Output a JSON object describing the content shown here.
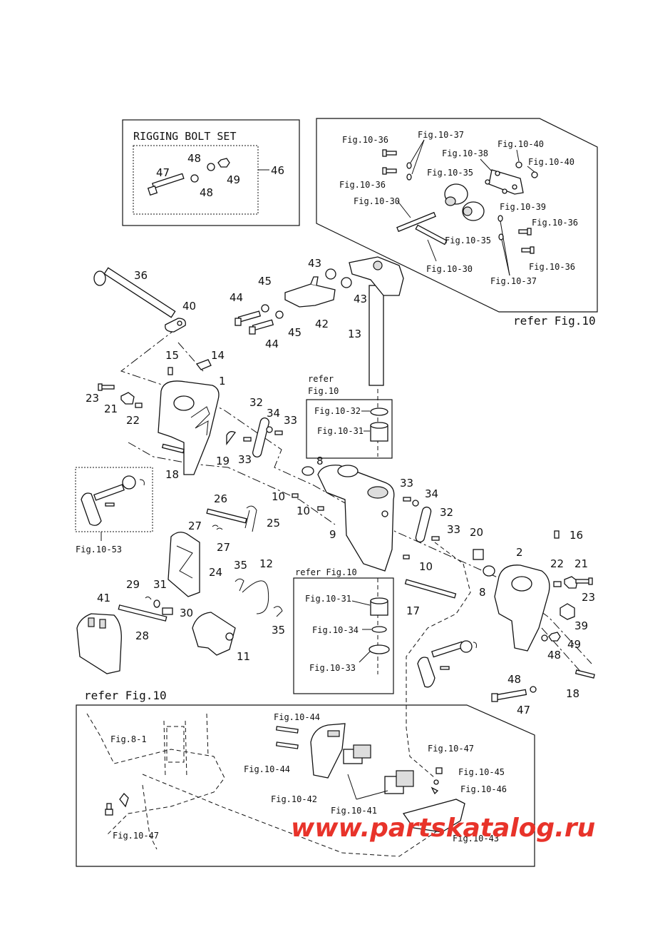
{
  "rigging_box": {
    "title": "RIGGING BOLT SET",
    "callouts": [
      "47",
      "48",
      "48",
      "49",
      "46"
    ]
  },
  "refer_box_top": {
    "refer": "refer Fig.10",
    "callouts": [
      "Fig.10-36",
      "Fig.10-37",
      "Fig.10-38",
      "Fig.10-40",
      "Fig.10-40",
      "Fig.10-36",
      "Fig.10-35",
      "Fig.10-39",
      "Fig.10-30",
      "Fig.10-36",
      "Fig.10-35",
      "Fig.10-30",
      "Fig.10-36",
      "Fig.10-37"
    ]
  },
  "main_callouts": [
    "36",
    "40",
    "45",
    "43",
    "43",
    "44",
    "45",
    "42",
    "44",
    "13",
    "15",
    "14",
    "1",
    "23",
    "21",
    "22",
    "32",
    "34",
    "33",
    "33",
    "19",
    "18",
    "8",
    "33",
    "34",
    "10",
    "10",
    "32",
    "9",
    "33",
    "20",
    "16",
    "2",
    "22",
    "21",
    "26",
    "27",
    "25",
    "27",
    "24",
    "35",
    "12",
    "10",
    "23",
    "17",
    "29",
    "31",
    "30",
    "8",
    "39",
    "41",
    "28",
    "11",
    "35",
    "48",
    "49",
    "47",
    "18",
    "48"
  ],
  "refer_mid": {
    "refer": "refer",
    "fig": "Fig.10",
    "callouts": [
      "Fig.10-32",
      "Fig.10-31"
    ]
  },
  "refer_lower": {
    "refer": "refer Fig.10",
    "callouts": [
      "Fig.10-31",
      "Fig.10-34",
      "Fig.10-33"
    ]
  },
  "fig_10_53": "Fig.10-53",
  "refer_bottom": {
    "refer": "refer Fig.10",
    "callouts": [
      "Fig.8-1",
      "Fig.10-44",
      "Fig.10-44",
      "Fig.10-42",
      "Fig.10-41",
      "Fig.10-47",
      "Fig.10-45",
      "Fig.10-46",
      "Fig.10-43",
      "Fig.10-47"
    ]
  },
  "watermark": "www.partskatalog.ru",
  "colors": {
    "line": "#111111",
    "watermark": "#e8332a",
    "background": "#ffffff"
  }
}
